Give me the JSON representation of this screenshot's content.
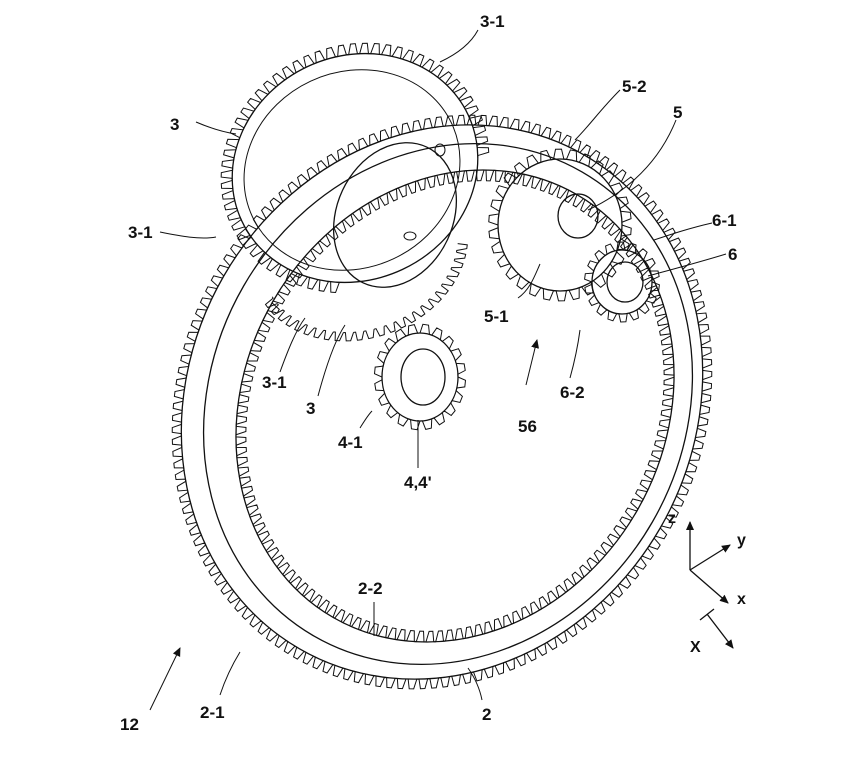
{
  "labels": {
    "gear3_top_tooth": "3-1",
    "gear3_top_ref": "3",
    "gear3_left_tooth": "3-1",
    "gear5_shoulder": "5-2",
    "gear5": "5",
    "gear6_tooth": "6-1",
    "gear6": "6",
    "gear5_tooth": "5-1",
    "gear3_lower_tooth": "3-1",
    "gear3_lower_ref": "3",
    "gear4_tooth": "4-1",
    "gear4": "4,4'",
    "gear6_lower": "6-2",
    "assembly": "56",
    "ring_inner_teeth": "2-2",
    "ring_outer_teeth": "2-1",
    "ring": "2",
    "overall": "12"
  },
  "axes": {
    "z": "z",
    "y": "y",
    "x": "x",
    "direction": "X"
  }
}
